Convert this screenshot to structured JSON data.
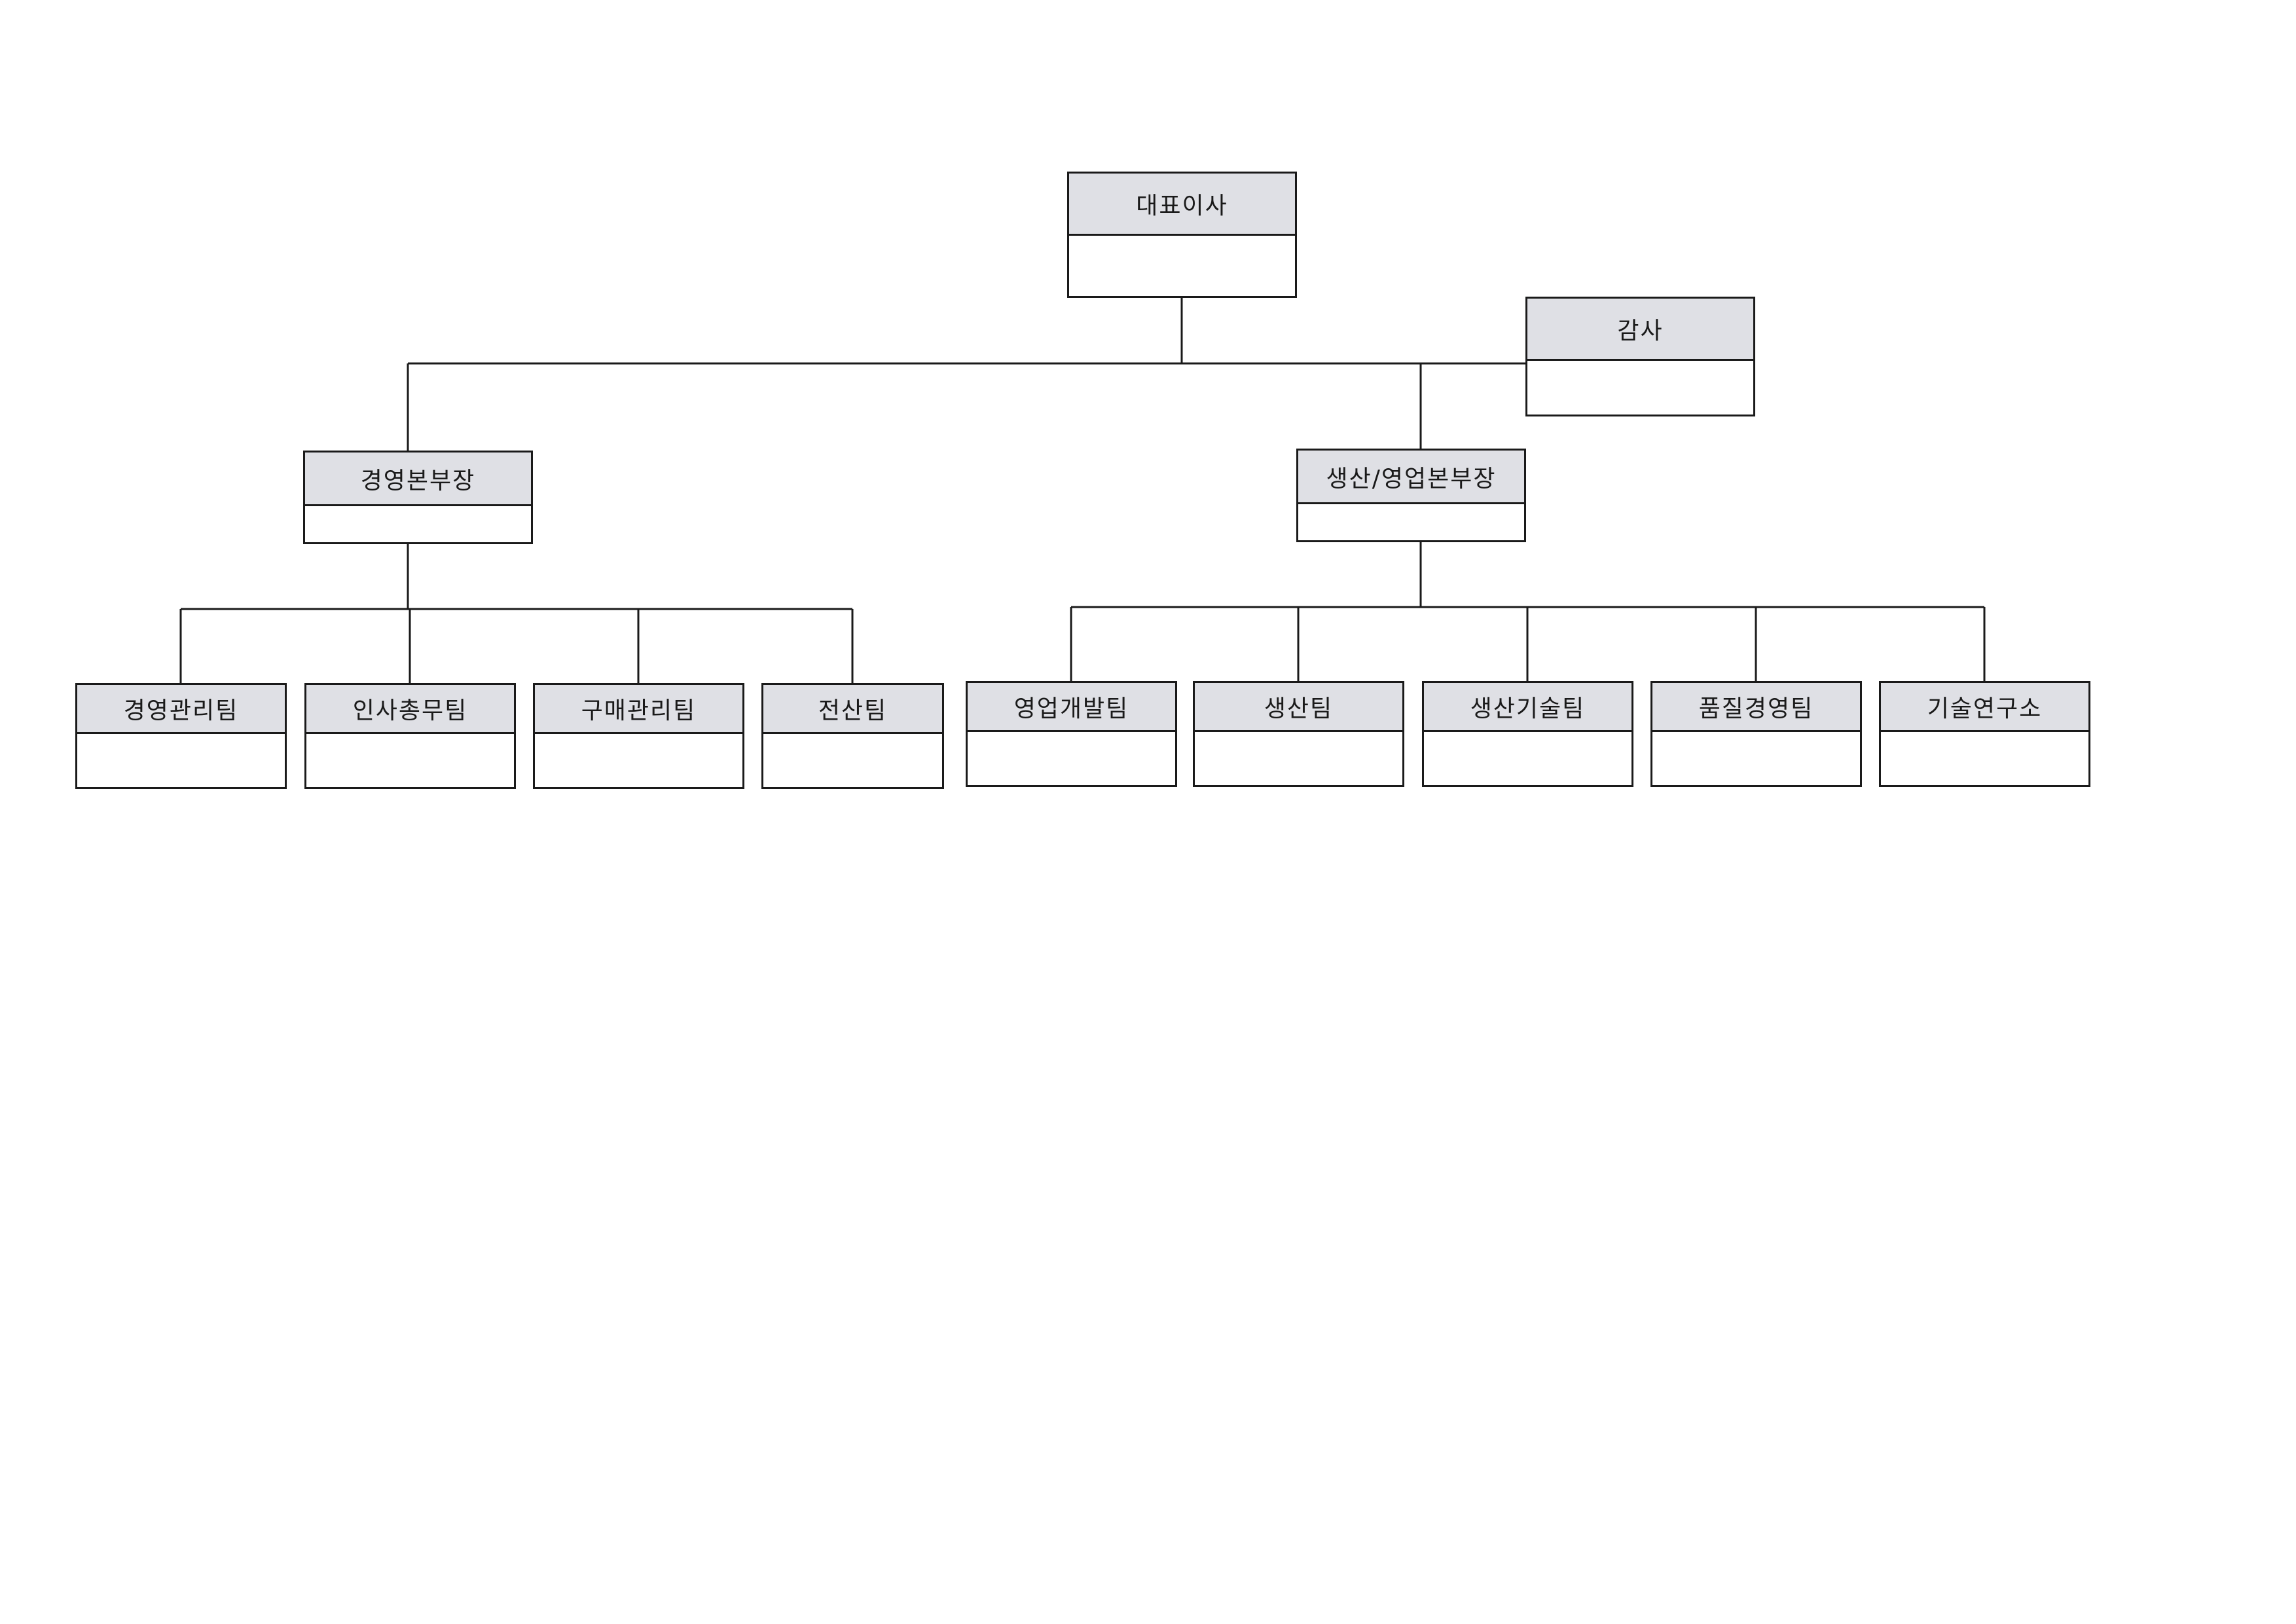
{
  "org_chart": {
    "ceo": {
      "label": "대표이사"
    },
    "audit": {
      "label": "감사"
    },
    "divisions": [
      {
        "label": "경영본부장",
        "teams": [
          {
            "label": "경영관리팀"
          },
          {
            "label": "인사총무팀"
          },
          {
            "label": "구매관리팀"
          },
          {
            "label": "전산팀"
          }
        ]
      },
      {
        "label": "생산/영업본부장",
        "teams": [
          {
            "label": "영업개발팀"
          },
          {
            "label": "생산팀"
          },
          {
            "label": "생산기술팀"
          },
          {
            "label": "품질경영팀"
          },
          {
            "label": "기술연구소"
          }
        ]
      }
    ]
  },
  "colors": {
    "header_fill": "#dfe0e5",
    "line": "#1a1a1a",
    "background": "#ffffff"
  }
}
